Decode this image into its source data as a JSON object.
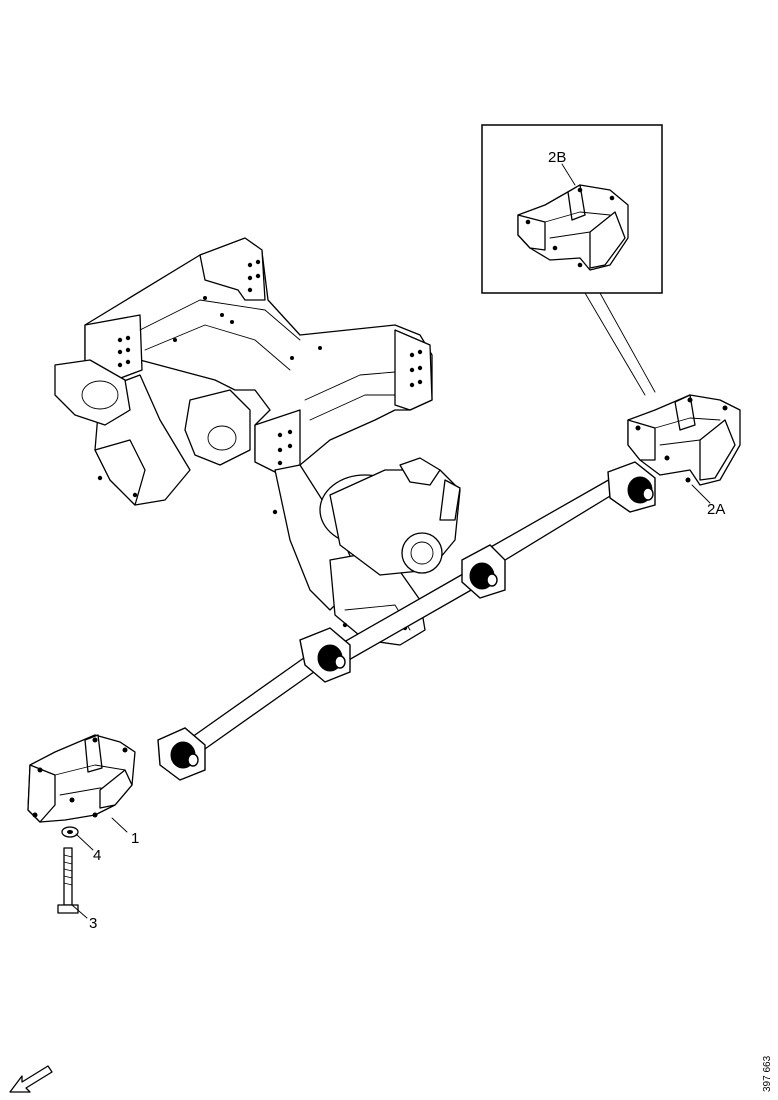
{
  "diagram": {
    "callouts": {
      "c1": "1",
      "c2A": "2A",
      "c2B": "2B",
      "c3": "3",
      "c4": "4"
    },
    "reference_code": "397 663",
    "direction_arrow": "forward-arrow-icon"
  }
}
